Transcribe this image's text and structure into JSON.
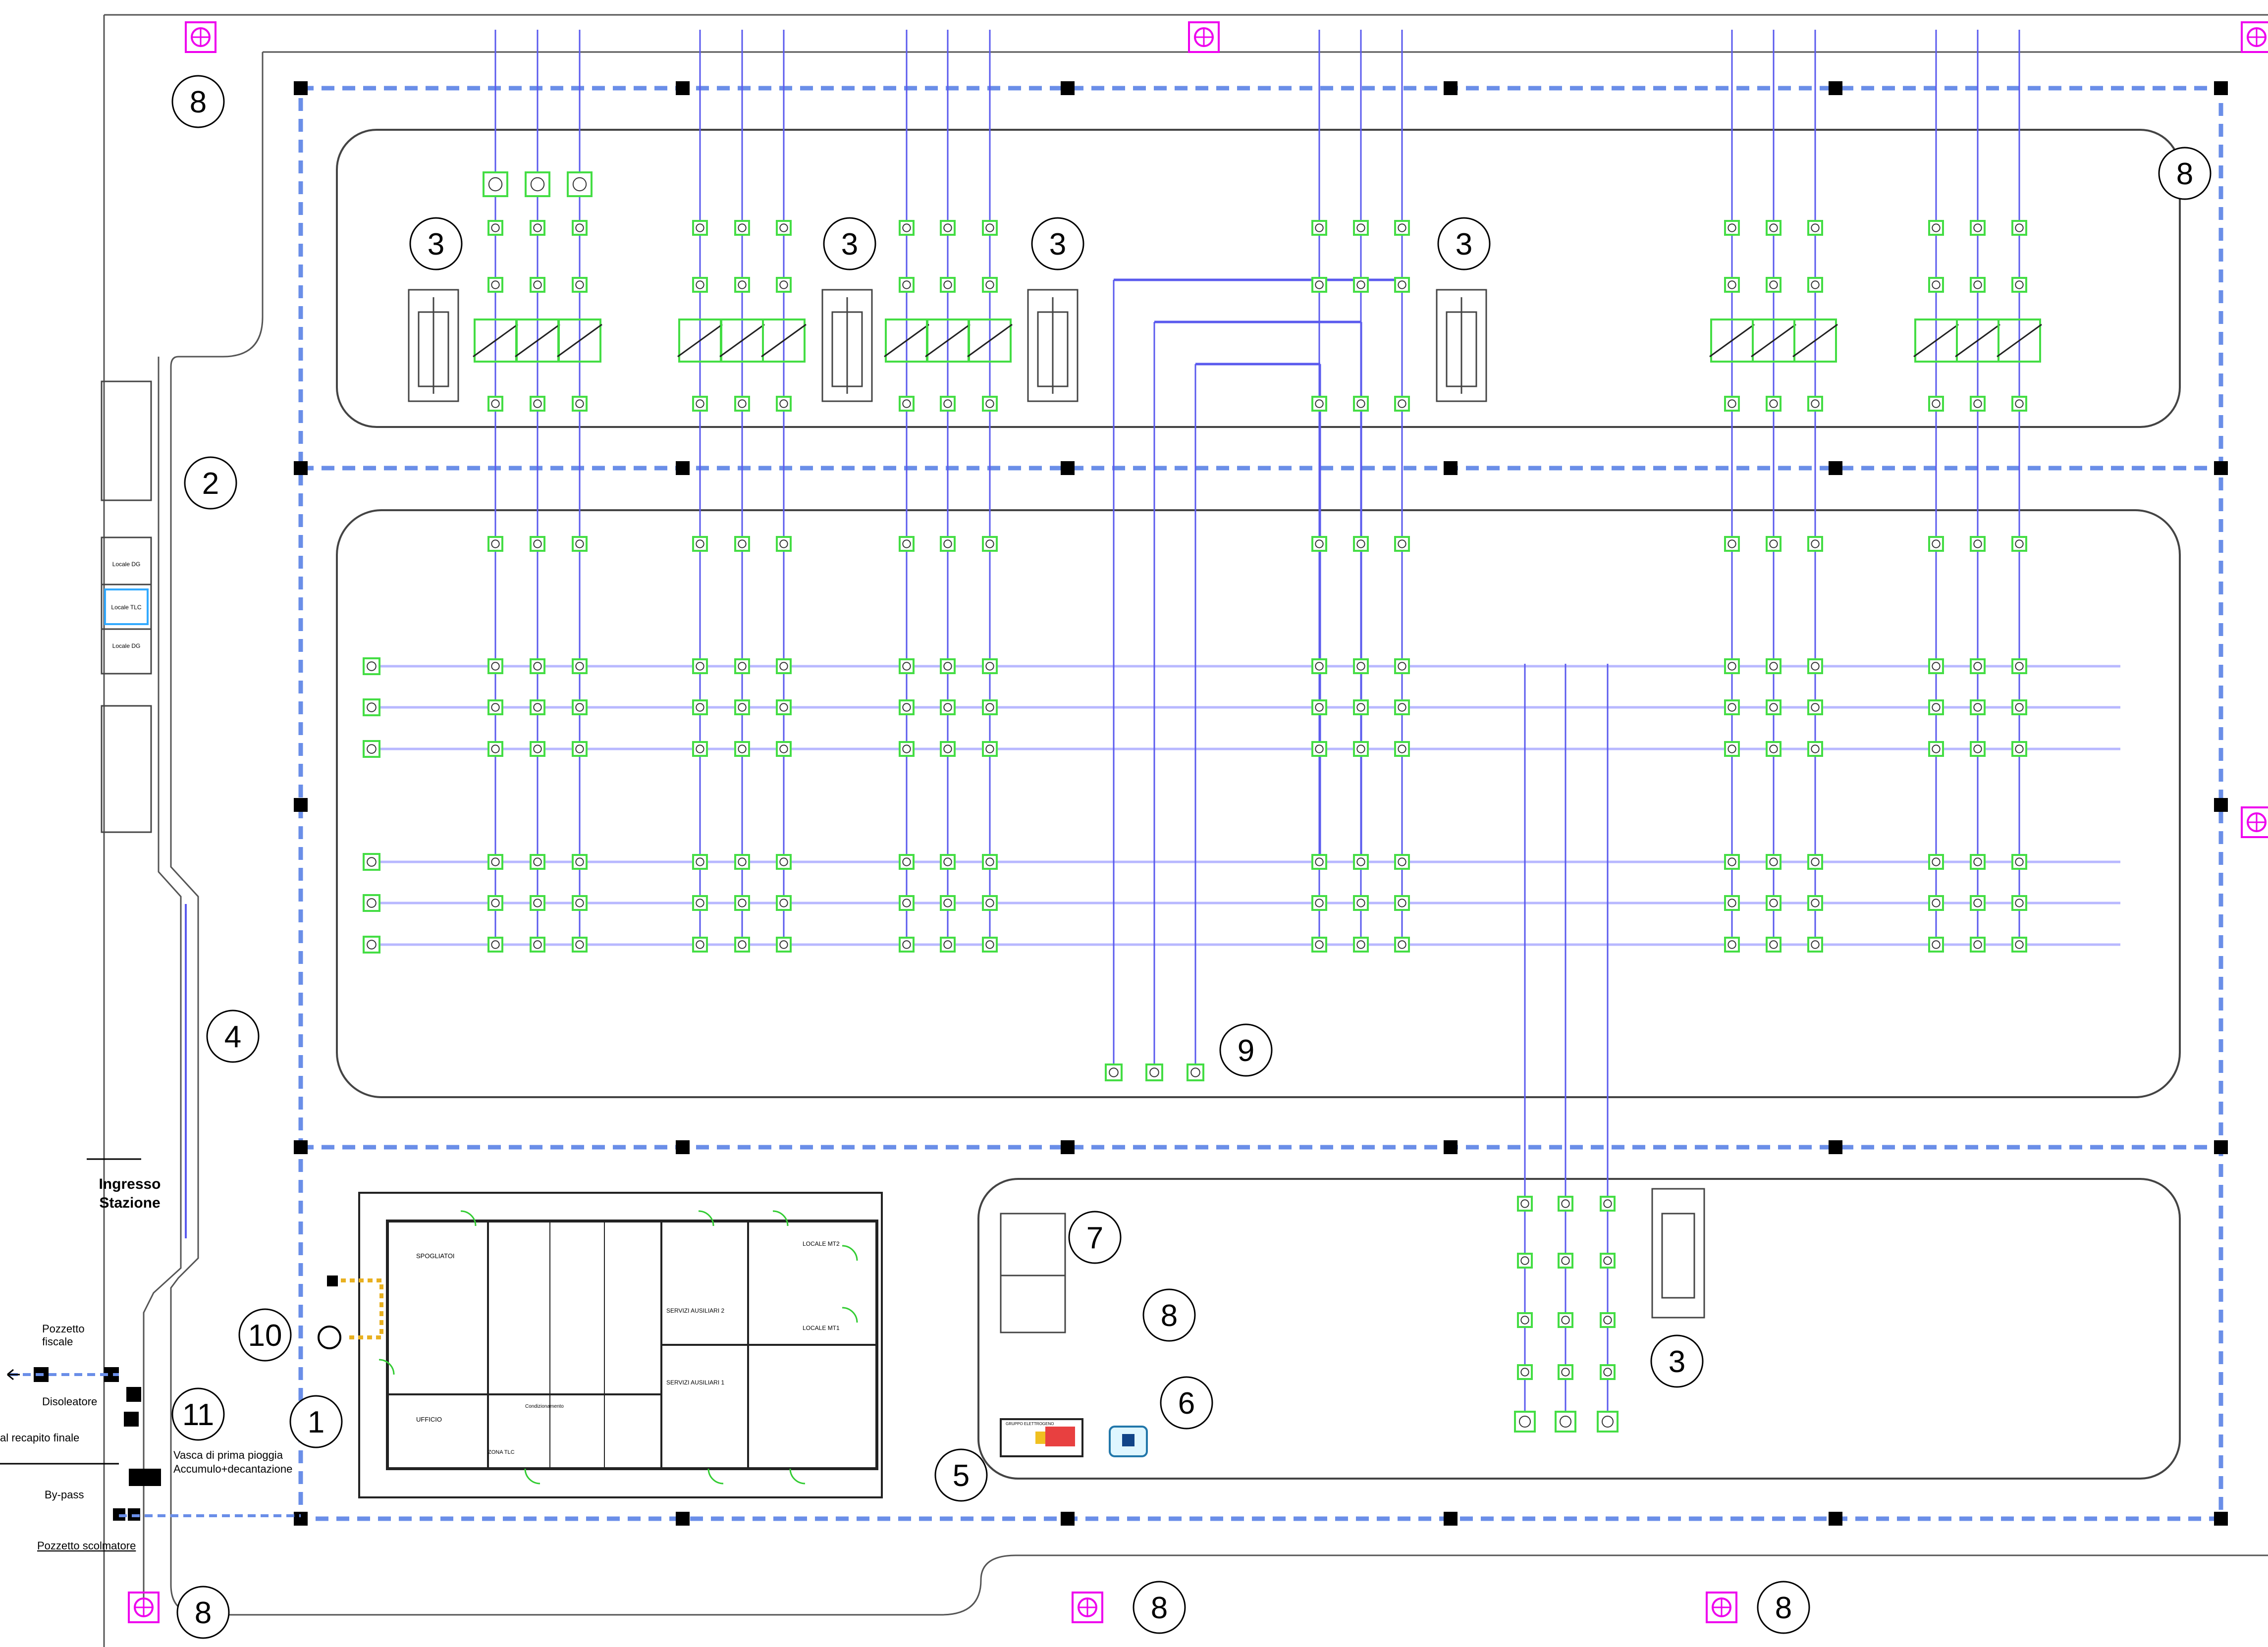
{
  "labels": {
    "ingresso_line1": "Ingresso",
    "ingresso_line2": "Stazione",
    "pozzetto_fiscale_line1": "Pozzetto",
    "pozzetto_fiscale_line2": "fiscale",
    "disoleatore": "Disoleatore",
    "recapito_finale": "al recapito finale",
    "vasca_line1": "Vasca di prima pioggia",
    "vasca_line2": "Accumulo+decantazione",
    "bypass": "By-pass",
    "pozzetto_scolmatore": "Pozzetto scolmatore"
  },
  "tlc_rooms": {
    "locale_dg_top": "Locale DG",
    "locale_tlc": "Locale TLC",
    "locale_dg_bottom": "Locale DG"
  },
  "building_rooms": {
    "spogliatoi": "SPOGLIATOI",
    "ufficio": "UFFICIO",
    "zona_tlc": "ZONA TLC",
    "servizi_ausiliari_2": "SERVIZI AUSILIARI 2",
    "servizi_ausiliari_1": "SERVIZI AUSILIARI 1",
    "locale_mt2": "LOCALE MT2",
    "locale_mt1": "LOCALE MT1",
    "condizionamento": "Condizionamento"
  },
  "equipment": {
    "gruppo_elettrogeno": "GRUPPO ELETTROGENO"
  },
  "markers": {
    "m1": "1",
    "m2": "2",
    "m3": "3",
    "m4": "4",
    "m5": "5",
    "m6": "6",
    "m7": "7",
    "m8": "8",
    "m9": "9",
    "m10": "10",
    "m11": "11"
  },
  "colors": {
    "fence": "#6a8ee8",
    "busbar": "#b8b8ff",
    "conductor": "#5a5aee",
    "equipment": "#44dd44",
    "lighting": "#ee00ee",
    "outline": "#333333",
    "grounding": "#e8b020"
  }
}
